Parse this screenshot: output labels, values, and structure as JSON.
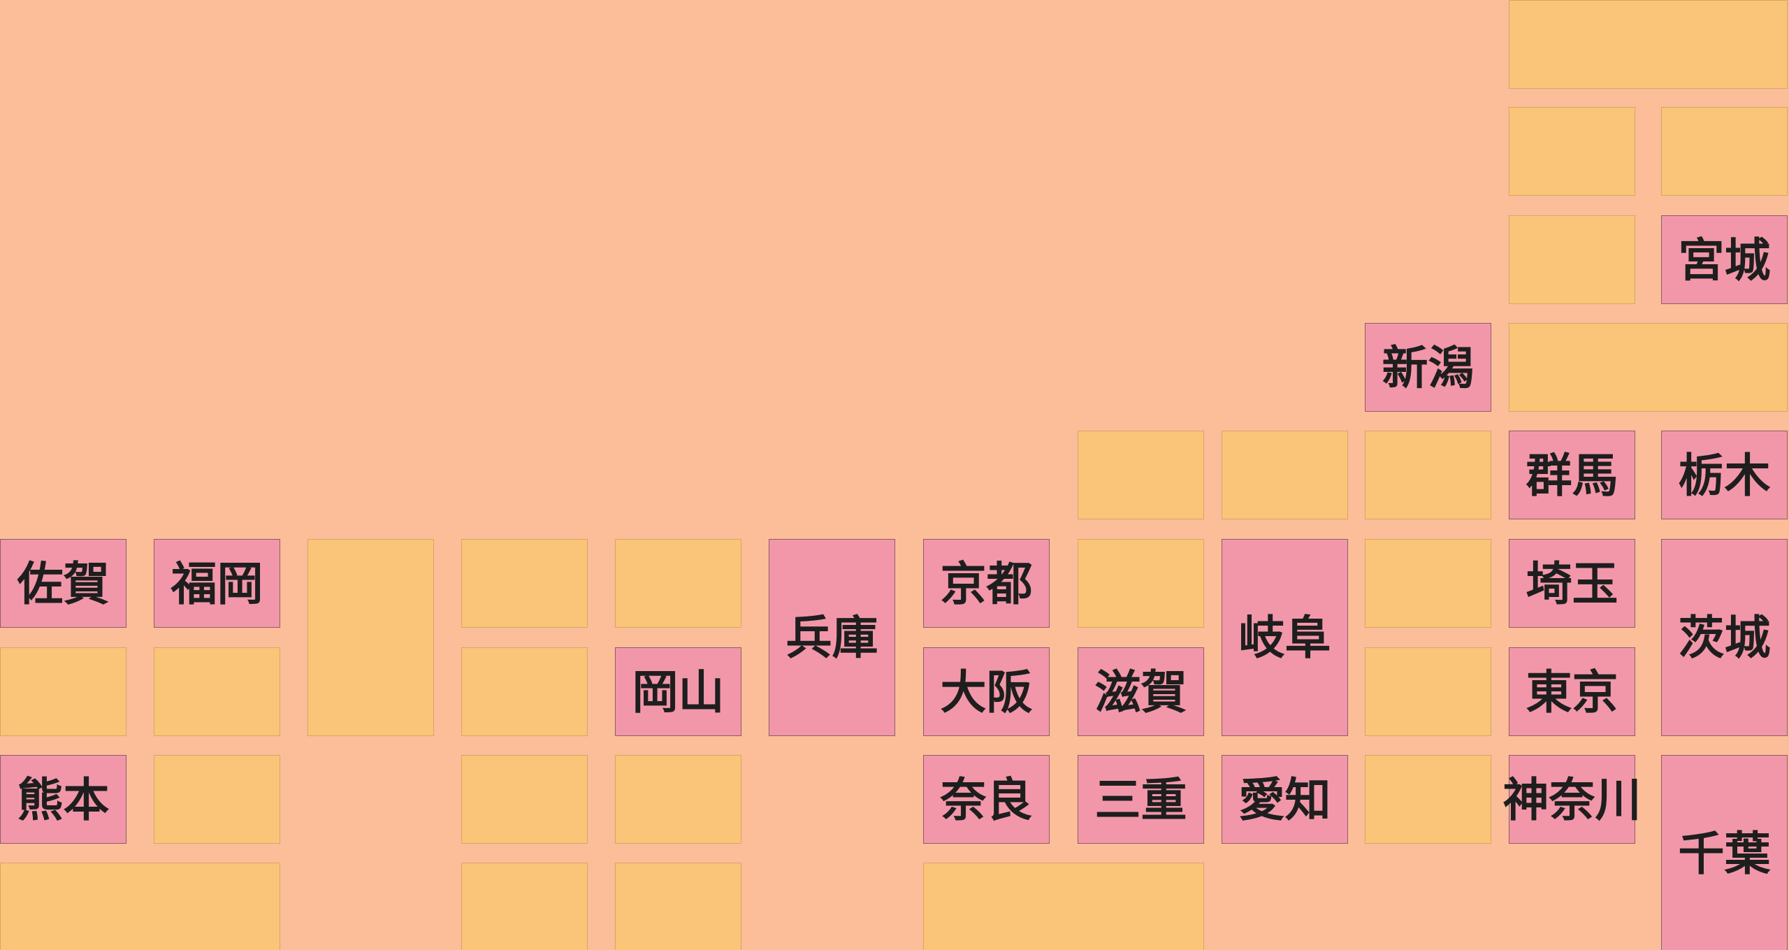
{
  "map": {
    "description": "Japan prefecture tile grid map",
    "colors": {
      "background": "#FCBD99",
      "tile_plain": "#FAC578",
      "tile_highlight": "#F297A9",
      "label_text": "#1E1E1E"
    },
    "grid": {
      "columns": 12,
      "rows": 9
    },
    "tiles": [
      {
        "id": "plain-a",
        "label": "",
        "col": 10,
        "row": 0,
        "colspan": 2,
        "rowspan": 1,
        "highlighted": false
      },
      {
        "id": "plain-b",
        "label": "",
        "col": 10,
        "row": 1,
        "colspan": 1,
        "rowspan": 1,
        "highlighted": false
      },
      {
        "id": "plain-c",
        "label": "",
        "col": 11,
        "row": 1,
        "colspan": 1,
        "rowspan": 1,
        "highlighted": false
      },
      {
        "id": "plain-d",
        "label": "",
        "col": 10,
        "row": 2,
        "colspan": 1,
        "rowspan": 1,
        "highlighted": false
      },
      {
        "id": "miyagi",
        "label": "宮城",
        "col": 11,
        "row": 2,
        "colspan": 1,
        "rowspan": 1,
        "highlighted": true
      },
      {
        "id": "niigata",
        "label": "新潟",
        "col": 9,
        "row": 3,
        "colspan": 1,
        "rowspan": 1,
        "highlighted": true
      },
      {
        "id": "plain-e",
        "label": "",
        "col": 10,
        "row": 3,
        "colspan": 2,
        "rowspan": 1,
        "highlighted": false
      },
      {
        "id": "plain-f",
        "label": "",
        "col": 7,
        "row": 4,
        "colspan": 1,
        "rowspan": 1,
        "highlighted": false
      },
      {
        "id": "plain-g",
        "label": "",
        "col": 8,
        "row": 4,
        "colspan": 1,
        "rowspan": 1,
        "highlighted": false
      },
      {
        "id": "plain-h",
        "label": "",
        "col": 9,
        "row": 4,
        "colspan": 1,
        "rowspan": 1,
        "highlighted": false
      },
      {
        "id": "gunma",
        "label": "群馬",
        "col": 10,
        "row": 4,
        "colspan": 1,
        "rowspan": 1,
        "highlighted": true
      },
      {
        "id": "tochigi",
        "label": "栃木",
        "col": 11,
        "row": 4,
        "colspan": 1,
        "rowspan": 1,
        "highlighted": true
      },
      {
        "id": "saga",
        "label": "佐賀",
        "col": 0,
        "row": 5,
        "colspan": 1,
        "rowspan": 1,
        "highlighted": true
      },
      {
        "id": "fukuoka",
        "label": "福岡",
        "col": 1,
        "row": 5,
        "colspan": 1,
        "rowspan": 1,
        "highlighted": true
      },
      {
        "id": "plain-i",
        "label": "",
        "col": 2,
        "row": 5,
        "colspan": 1,
        "rowspan": 2,
        "highlighted": false
      },
      {
        "id": "plain-j",
        "label": "",
        "col": 3,
        "row": 5,
        "colspan": 1,
        "rowspan": 1,
        "highlighted": false
      },
      {
        "id": "plain-k",
        "label": "",
        "col": 4,
        "row": 5,
        "colspan": 1,
        "rowspan": 1,
        "highlighted": false
      },
      {
        "id": "hyogo",
        "label": "兵庫",
        "col": 5,
        "row": 5,
        "colspan": 1,
        "rowspan": 2,
        "highlighted": true
      },
      {
        "id": "kyoto",
        "label": "京都",
        "col": 6,
        "row": 5,
        "colspan": 1,
        "rowspan": 1,
        "highlighted": true
      },
      {
        "id": "plain-l",
        "label": "",
        "col": 7,
        "row": 5,
        "colspan": 1,
        "rowspan": 1,
        "highlighted": false
      },
      {
        "id": "gifu",
        "label": "岐阜",
        "col": 8,
        "row": 5,
        "colspan": 1,
        "rowspan": 2,
        "highlighted": true
      },
      {
        "id": "plain-m",
        "label": "",
        "col": 9,
        "row": 5,
        "colspan": 1,
        "rowspan": 1,
        "highlighted": false
      },
      {
        "id": "saitama",
        "label": "埼玉",
        "col": 10,
        "row": 5,
        "colspan": 1,
        "rowspan": 1,
        "highlighted": true
      },
      {
        "id": "ibaraki",
        "label": "茨城",
        "col": 11,
        "row": 5,
        "colspan": 1,
        "rowspan": 2,
        "highlighted": true
      },
      {
        "id": "plain-n",
        "label": "",
        "col": 0,
        "row": 6,
        "colspan": 1,
        "rowspan": 1,
        "highlighted": false
      },
      {
        "id": "plain-o",
        "label": "",
        "col": 1,
        "row": 6,
        "colspan": 1,
        "rowspan": 1,
        "highlighted": false
      },
      {
        "id": "plain-p",
        "label": "",
        "col": 3,
        "row": 6,
        "colspan": 1,
        "rowspan": 1,
        "highlighted": false
      },
      {
        "id": "okayama",
        "label": "岡山",
        "col": 4,
        "row": 6,
        "colspan": 1,
        "rowspan": 1,
        "highlighted": true
      },
      {
        "id": "osaka",
        "label": "大阪",
        "col": 6,
        "row": 6,
        "colspan": 1,
        "rowspan": 1,
        "highlighted": true
      },
      {
        "id": "shiga",
        "label": "滋賀",
        "col": 7,
        "row": 6,
        "colspan": 1,
        "rowspan": 1,
        "highlighted": true
      },
      {
        "id": "plain-q",
        "label": "",
        "col": 9,
        "row": 6,
        "colspan": 1,
        "rowspan": 1,
        "highlighted": false
      },
      {
        "id": "tokyo",
        "label": "東京",
        "col": 10,
        "row": 6,
        "colspan": 1,
        "rowspan": 1,
        "highlighted": true
      },
      {
        "id": "kumamoto",
        "label": "熊本",
        "col": 0,
        "row": 7,
        "colspan": 1,
        "rowspan": 1,
        "highlighted": true
      },
      {
        "id": "plain-r",
        "label": "",
        "col": 1,
        "row": 7,
        "colspan": 1,
        "rowspan": 1,
        "highlighted": false
      },
      {
        "id": "plain-s",
        "label": "",
        "col": 3,
        "row": 7,
        "colspan": 1,
        "rowspan": 1,
        "highlighted": false
      },
      {
        "id": "plain-t",
        "label": "",
        "col": 4,
        "row": 7,
        "colspan": 1,
        "rowspan": 1,
        "highlighted": false
      },
      {
        "id": "nara",
        "label": "奈良",
        "col": 6,
        "row": 7,
        "colspan": 1,
        "rowspan": 1,
        "highlighted": true
      },
      {
        "id": "mie",
        "label": "三重",
        "col": 7,
        "row": 7,
        "colspan": 1,
        "rowspan": 1,
        "highlighted": true
      },
      {
        "id": "aichi",
        "label": "愛知",
        "col": 8,
        "row": 7,
        "colspan": 1,
        "rowspan": 1,
        "highlighted": true
      },
      {
        "id": "plain-u",
        "label": "",
        "col": 9,
        "row": 7,
        "colspan": 1,
        "rowspan": 1,
        "highlighted": false
      },
      {
        "id": "kanagawa",
        "label": "神奈川",
        "col": 10,
        "row": 7,
        "colspan": 1,
        "rowspan": 1,
        "highlighted": true
      },
      {
        "id": "chiba",
        "label": "千葉",
        "col": 11,
        "row": 7,
        "colspan": 1,
        "rowspan": 2,
        "highlighted": true
      },
      {
        "id": "plain-v",
        "label": "",
        "col": 0,
        "row": 8,
        "colspan": 2,
        "rowspan": 1,
        "highlighted": false
      },
      {
        "id": "plain-w",
        "label": "",
        "col": 3,
        "row": 8,
        "colspan": 1,
        "rowspan": 1,
        "highlighted": false
      },
      {
        "id": "plain-x",
        "label": "",
        "col": 4,
        "row": 8,
        "colspan": 1,
        "rowspan": 1,
        "highlighted": false
      },
      {
        "id": "plain-y",
        "label": "",
        "col": 6,
        "row": 8,
        "colspan": 2,
        "rowspan": 1,
        "highlighted": false
      }
    ]
  }
}
